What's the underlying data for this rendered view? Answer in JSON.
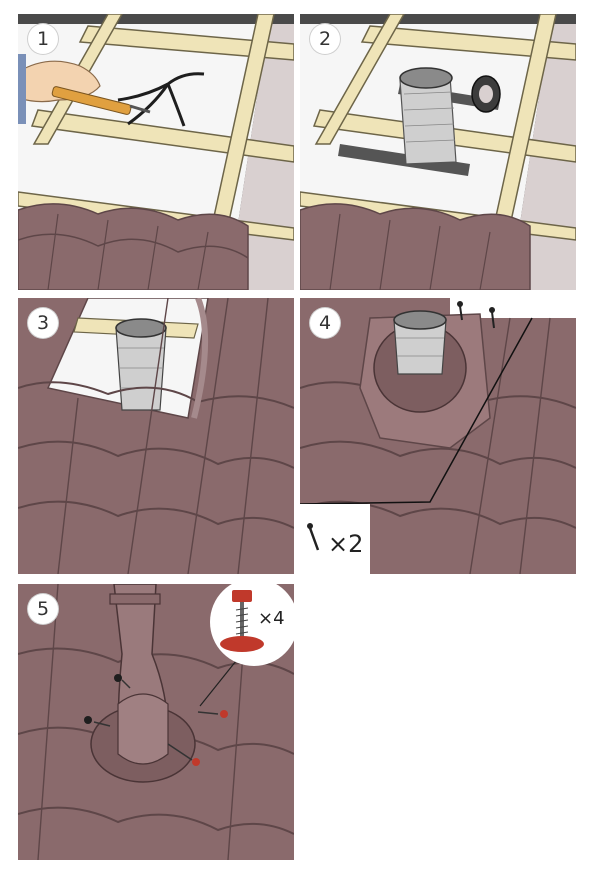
{
  "steps": [
    {
      "number": "1"
    },
    {
      "number": "2"
    },
    {
      "number": "3"
    },
    {
      "number": "4"
    },
    {
      "number": "5"
    }
  ],
  "callouts": {
    "step4_screw_count": "×2",
    "step5_screw_count": "×4"
  },
  "colors": {
    "roof_tile": "#8a6a6c",
    "roof_tile_dark": "#5e4648",
    "batten_wood": "#efe4b8",
    "membrane": "#f4f4f4",
    "screw_red": "#c0392b"
  }
}
